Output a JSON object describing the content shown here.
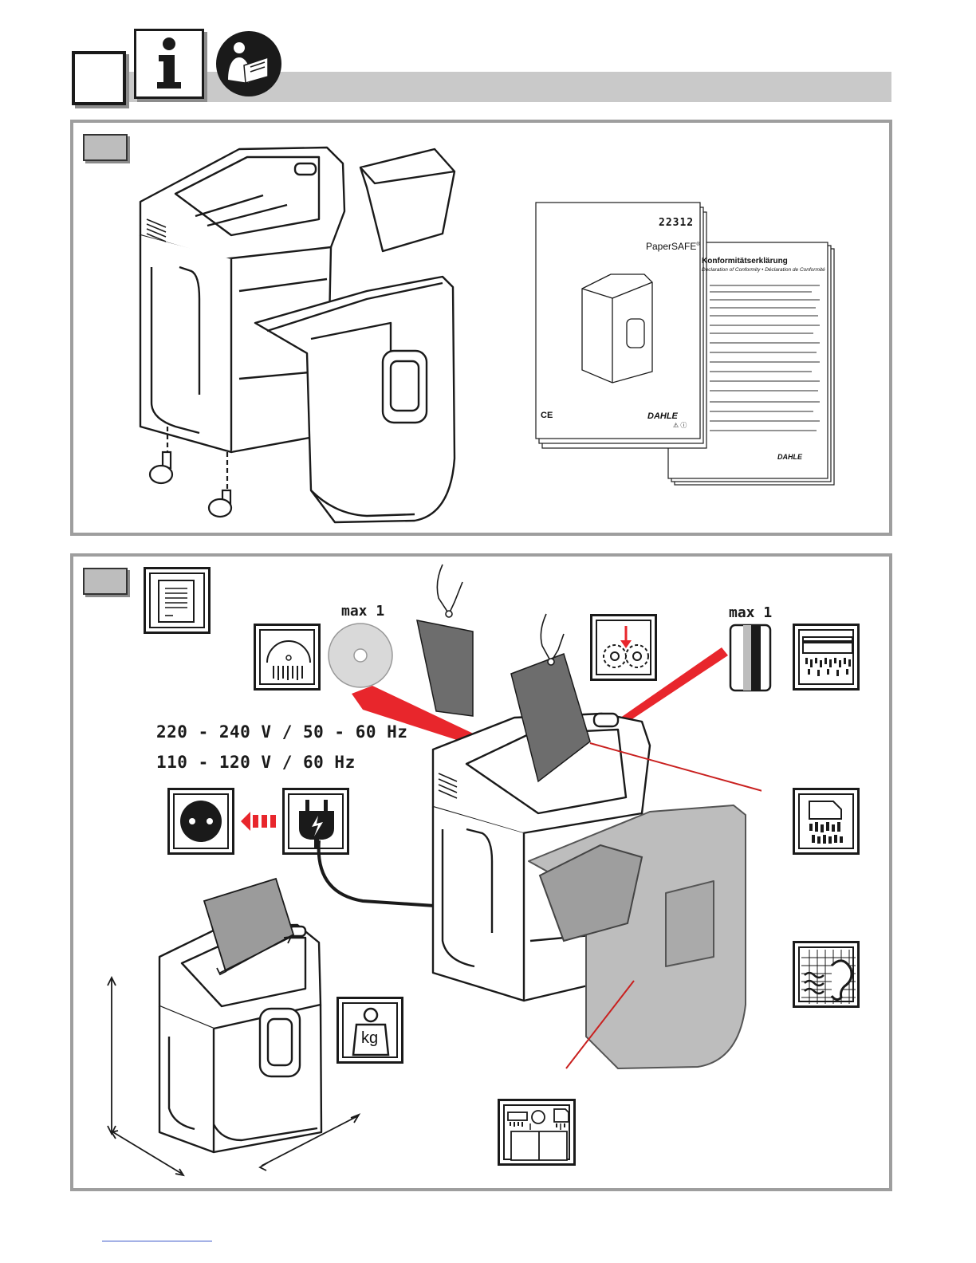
{
  "manual": {
    "model_number": "22312",
    "product_name": "PaperSAFE",
    "product_mark": "®",
    "brand": "DAHLE",
    "conformity": {
      "title": "Konformitätserklärung",
      "subtitle": "Declaration of Conformity • Déclaration de Conformité"
    }
  },
  "panel_b": {
    "cd_limit": "max 1",
    "card_limit": "max 1",
    "voltage_line_1": "220 - 240 V / 50 - 60 Hz",
    "voltage_line_2": "110 - 120 V / 60 Hz",
    "weight_unit": "kg"
  },
  "colors": {
    "accent_red": "#e8262c",
    "header_gray": "#c9c9c9",
    "panel_border": "#9e9e9e"
  }
}
